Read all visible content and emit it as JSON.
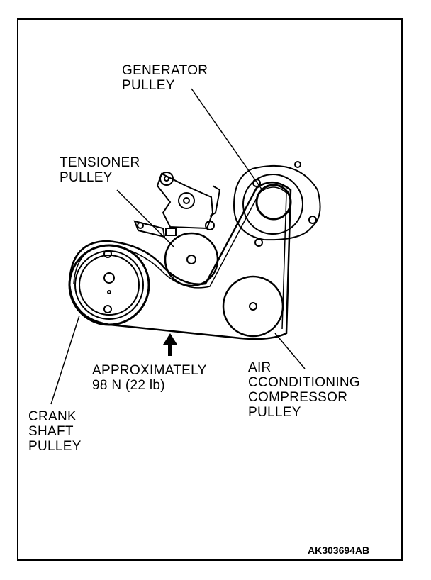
{
  "labels": {
    "generator": "GENERATOR\nPULLEY",
    "tensioner": "TENSIONER\nPULLEY",
    "approx": "APPROXIMATELY\n98 N (22 lb)",
    "aircon": "AIR\nCCONDITIONING\nCOMPRESSOR\nPULLEY",
    "crank": "CRANK\nSHAFT\nPULLEY"
  },
  "figure_code": "AK303694AB"
}
